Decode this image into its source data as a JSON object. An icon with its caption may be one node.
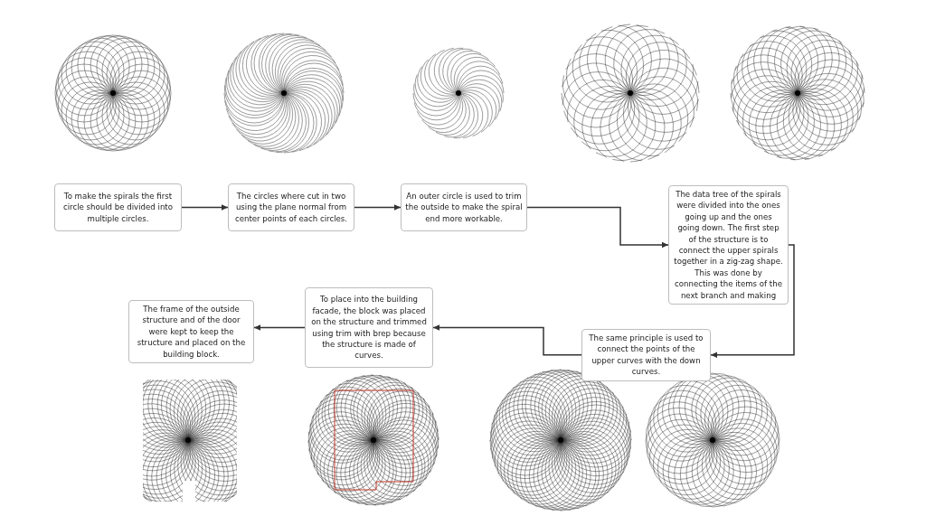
{
  "diagram": {
    "nodes": [
      {
        "text": [
          "To make the spirals the first circle should be divided into multiple circles."
        ]
      },
      {
        "text": [
          "The circles where cut in two using the plane normal from center points of each circles."
        ]
      },
      {
        "text": [
          "An outer circle is used to trim the outside to make the spiral end more workable."
        ]
      },
      {
        "text": [
          "The data tree of the spirals were divided into the ones going up and the ones going down. The first step of the structure is to connect the upper spirals together in a zig-zag shape. This was done by connecting the items of the next branch and making"
        ]
      },
      {
        "text": [
          "The same principle is used to connect the points of the upper curves with the down curves."
        ]
      },
      {
        "text": [
          "To place into the building facade, the block was placed on the structure and trimmed using trim with brep because the structure is made of curves."
        ]
      },
      {
        "text": [
          "The frame of the outside structure and of the door were kept to keep the structure and placed on the building block."
        ]
      }
    ],
    "edges": [
      {
        "from": 0,
        "to": 1,
        "arrow": "to"
      },
      {
        "from": 1,
        "to": 2,
        "arrow": "to"
      },
      {
        "from": 2,
        "to": 3,
        "arrow": "to"
      },
      {
        "from": 3,
        "to": 4,
        "arrow": "to"
      },
      {
        "from": 4,
        "to": 5,
        "arrow": "to"
      },
      {
        "from": 5,
        "to": 6,
        "arrow": "to"
      }
    ]
  }
}
